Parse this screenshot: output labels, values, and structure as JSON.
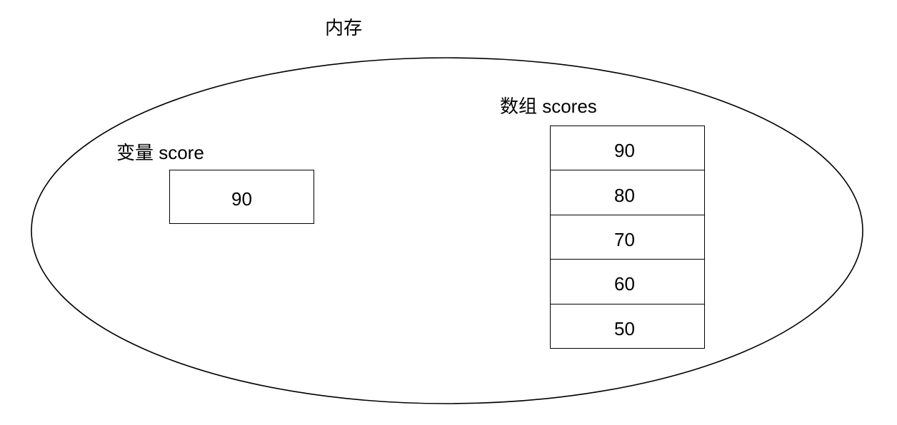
{
  "diagram": {
    "title": "内存",
    "background_color": "#ffffff",
    "stroke_color": "#000000",
    "container_shape": "ellipse",
    "variable": {
      "label": "变量 score",
      "value": "90"
    },
    "array": {
      "label": "数组 scores",
      "cells": [
        {
          "value": "90"
        },
        {
          "value": "80"
        },
        {
          "value": "70"
        },
        {
          "value": "60"
        },
        {
          "value": "50"
        }
      ]
    }
  }
}
